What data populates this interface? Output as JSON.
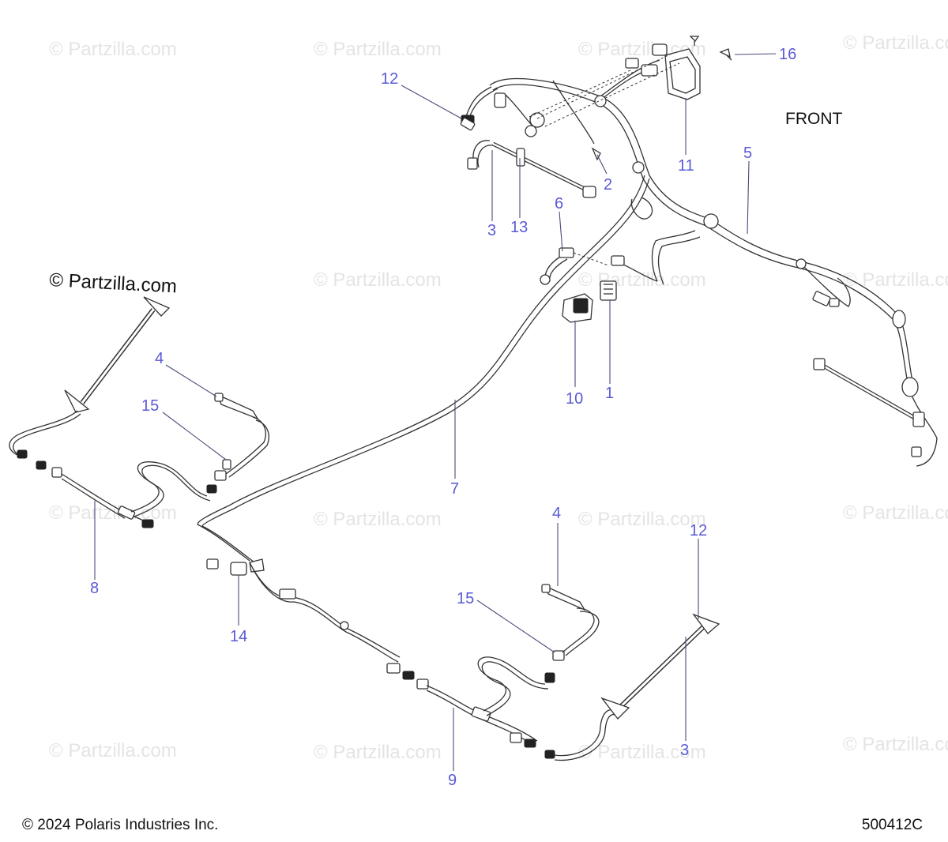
{
  "watermark": "© Partzilla.com",
  "logo_text": "© Partzilla.com",
  "front_label": "FRONT",
  "copyright": "© 2024 Polaris Industries Inc.",
  "diagram_id": "500412C",
  "callouts": [
    {
      "id": "c12a",
      "label": "12"
    },
    {
      "id": "c16",
      "label": "16"
    },
    {
      "id": "c11",
      "label": "11"
    },
    {
      "id": "c5",
      "label": "5"
    },
    {
      "id": "c2",
      "label": "2"
    },
    {
      "id": "c3a",
      "label": "3"
    },
    {
      "id": "c13",
      "label": "13"
    },
    {
      "id": "c6",
      "label": "6"
    },
    {
      "id": "c10",
      "label": "10"
    },
    {
      "id": "c1",
      "label": "1"
    },
    {
      "id": "c4a",
      "label": "4"
    },
    {
      "id": "c15a",
      "label": "15"
    },
    {
      "id": "c7",
      "label": "7"
    },
    {
      "id": "c8",
      "label": "8"
    },
    {
      "id": "c4b",
      "label": "4"
    },
    {
      "id": "c12b",
      "label": "12"
    },
    {
      "id": "c15b",
      "label": "15"
    },
    {
      "id": "c14",
      "label": "14"
    },
    {
      "id": "c3b",
      "label": "3"
    },
    {
      "id": "c9",
      "label": "9"
    }
  ]
}
